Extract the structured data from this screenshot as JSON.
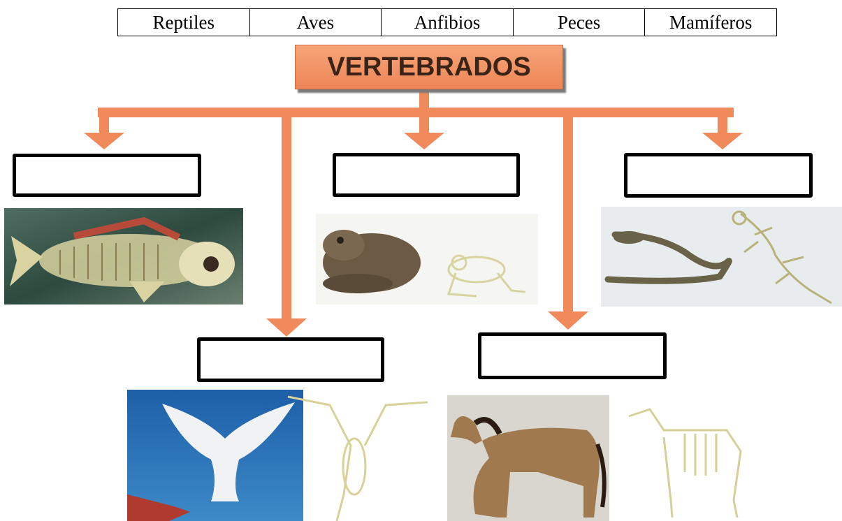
{
  "word_bank": [
    "Reptiles",
    "Aves",
    "Anfibios",
    "Peces",
    "Mamíferos"
  ],
  "title": "VERTEBRADOS",
  "colors": {
    "arrow": "#f08a5a",
    "title_bg": "#f29a6a",
    "box_border": "#000000"
  },
  "images": [
    {
      "name": "fish-skeleton-photo"
    },
    {
      "name": "frog-skeleton-photo"
    },
    {
      "name": "lizard-skeleton-photo"
    },
    {
      "name": "dove-skeleton-photo"
    },
    {
      "name": "horse-skeleton-photo"
    }
  ]
}
